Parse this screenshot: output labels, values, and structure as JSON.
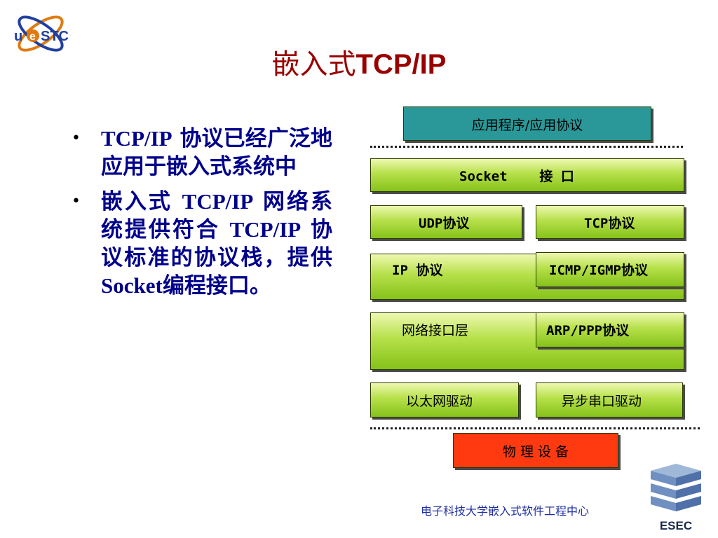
{
  "slide": {
    "title": {
      "zh": "嵌入式",
      "latin": "TCP/IP"
    },
    "bullets": [
      {
        "parts": [
          {
            "t": "TCP/IP",
            "latin": true
          },
          {
            "t": " 协议已经广泛地应用于嵌入式系统中",
            "latin": false
          }
        ]
      },
      {
        "parts": [
          {
            "t": "嵌入式 ",
            "latin": false
          },
          {
            "t": "TCP/IP",
            "latin": true
          },
          {
            "t": " 网络系统提供符合 ",
            "latin": false
          },
          {
            "t": "TCP/IP",
            "latin": true
          },
          {
            "t": " 协议标准的协议栈，提供 ",
            "latin": false
          },
          {
            "t": "Socket",
            "latin": true
          },
          {
            "t": "编程接口。",
            "latin": false
          }
        ]
      }
    ],
    "footer": "电子科技大学嵌入式软件工程中心",
    "logo_left_text": "UESTC",
    "logo_right_text": "ESEC"
  },
  "diagram": {
    "app_protocol": "应用程序/应用协议",
    "socket": "Socket    接 口",
    "udp": "UDP协议",
    "tcp": "TCP协议",
    "ip": "IP 协议",
    "icmp": "ICMP/IGMP协议",
    "netif": "网络接口层",
    "arp": "ARP/PPP协议",
    "ethernet": "以太网驱动",
    "serial": "异步串口驱动",
    "physical": "物 理 设 备"
  },
  "colors": {
    "title": "#990000",
    "bullet_text": "#00008b",
    "footer": "#2030a0",
    "teal_box": "#2a9898",
    "red_box": "#ff3a10",
    "green_light": "#eef8b0",
    "green_dark": "#86c21a"
  }
}
